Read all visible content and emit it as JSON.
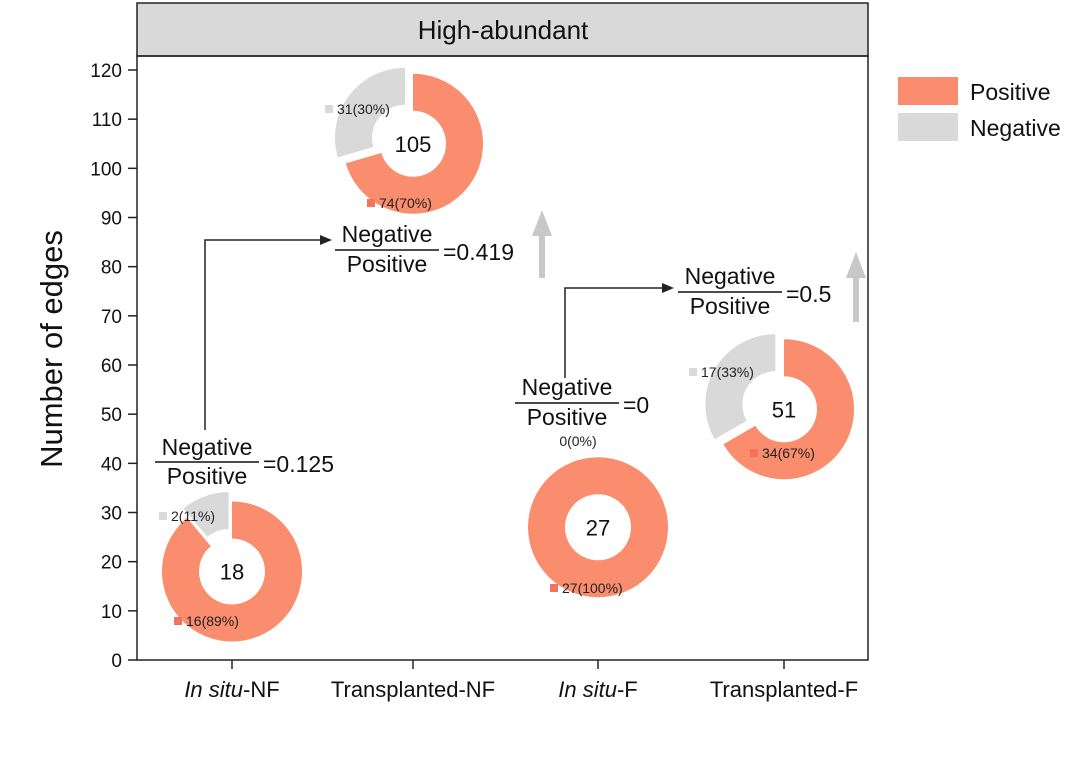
{
  "chart_data": {
    "type": "pie",
    "title": "High-abundant",
    "ylabel": "Number of edges",
    "ylim": [
      0,
      120
    ],
    "yticks": [
      0,
      10,
      20,
      30,
      40,
      50,
      60,
      70,
      80,
      90,
      100,
      110,
      120
    ],
    "categories": [
      {
        "prefix": "In situ",
        "suffix": "-NF"
      },
      {
        "prefix": "",
        "suffix": "Transplanted-NF"
      },
      {
        "prefix": "In situ",
        "suffix": "-F"
      },
      {
        "prefix": "",
        "suffix": "Transplanted-F"
      }
    ],
    "legend": {
      "position": "right",
      "entries": [
        {
          "name": "Positive",
          "color": "#f98d6e"
        },
        {
          "name": "Negative",
          "color": "#d9d9d9"
        }
      ]
    },
    "donuts": [
      {
        "category": "In situ-NF",
        "y": 18,
        "total": "18",
        "positive": 16,
        "negative": 2,
        "positive_label": "16(89%)",
        "negative_label": "2(11%)"
      },
      {
        "category": "Transplanted-NF",
        "y": 105,
        "total": "105",
        "positive": 74,
        "negative": 31,
        "positive_label": "74(70%)",
        "negative_label": "31(30%)"
      },
      {
        "category": "In situ-F",
        "y": 27,
        "total": "27",
        "positive": 27,
        "negative": 0,
        "positive_label": "27(100%)",
        "negative_label": "0(0%)"
      },
      {
        "category": "Transplanted-F",
        "y": 51,
        "total": "51",
        "positive": 34,
        "negative": 17,
        "positive_label": "34(67%)",
        "negative_label": "17(33%)"
      }
    ],
    "ratios": [
      {
        "numerator": "Negative",
        "denominator": "Positive",
        "value": "=0.125"
      },
      {
        "numerator": "Negative",
        "denominator": "Positive",
        "value": "=0.419"
      },
      {
        "numerator": "Negative",
        "denominator": "Positive",
        "value": "=0"
      },
      {
        "numerator": "Negative",
        "denominator": "Positive",
        "value": "=0.5"
      }
    ],
    "colors": {
      "positive": "#f98d6e",
      "negative": "#d9d9d9",
      "header": "#d9d9d9",
      "arrow": "#c8c8c8"
    }
  }
}
